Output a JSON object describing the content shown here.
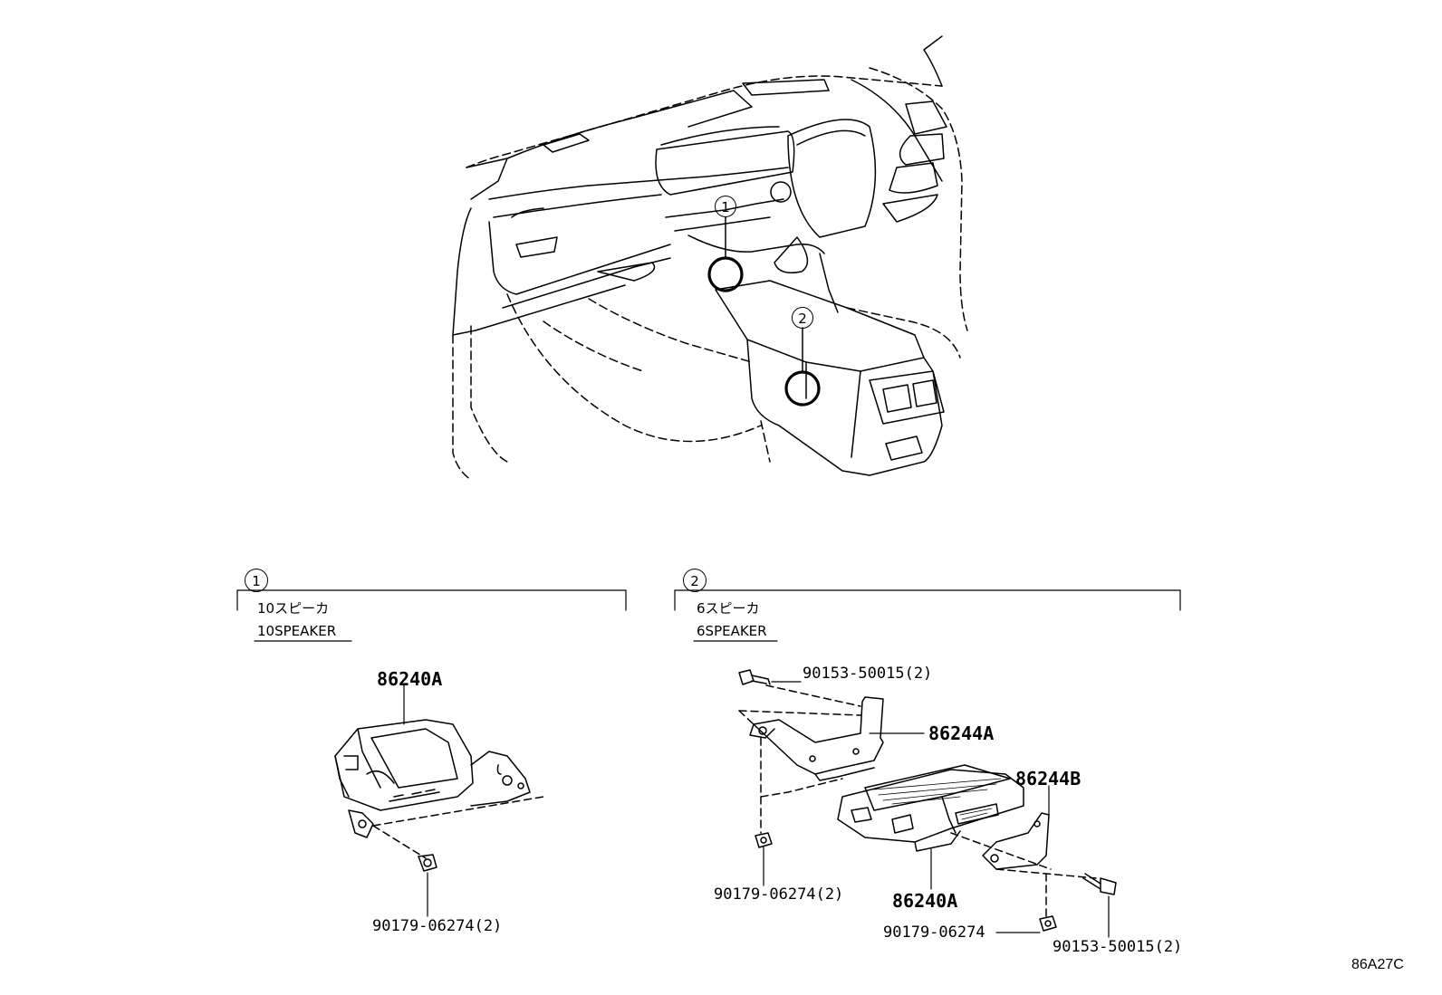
{
  "diagram": {
    "ref_code": "86A27C",
    "overview": {
      "callout_1": "1",
      "callout_2": "2"
    },
    "sections": [
      {
        "number": "1",
        "title_jp": "10スピーカ",
        "title_en": "10SPEAKER",
        "parts": [
          {
            "part_no": "86240A"
          },
          {
            "part_no": "90179-06274(2)"
          }
        ]
      },
      {
        "number": "2",
        "title_jp": "6スピーカ",
        "title_en": "6SPEAKER",
        "parts": [
          {
            "part_no": "90153-50015(2)"
          },
          {
            "part_no": "86244A"
          },
          {
            "part_no": "86244B"
          },
          {
            "part_no": "90179-06274(2)"
          },
          {
            "part_no": "86240A"
          },
          {
            "part_no": "90179-06274"
          },
          {
            "part_no": "90153-50015(2)"
          }
        ]
      }
    ]
  }
}
